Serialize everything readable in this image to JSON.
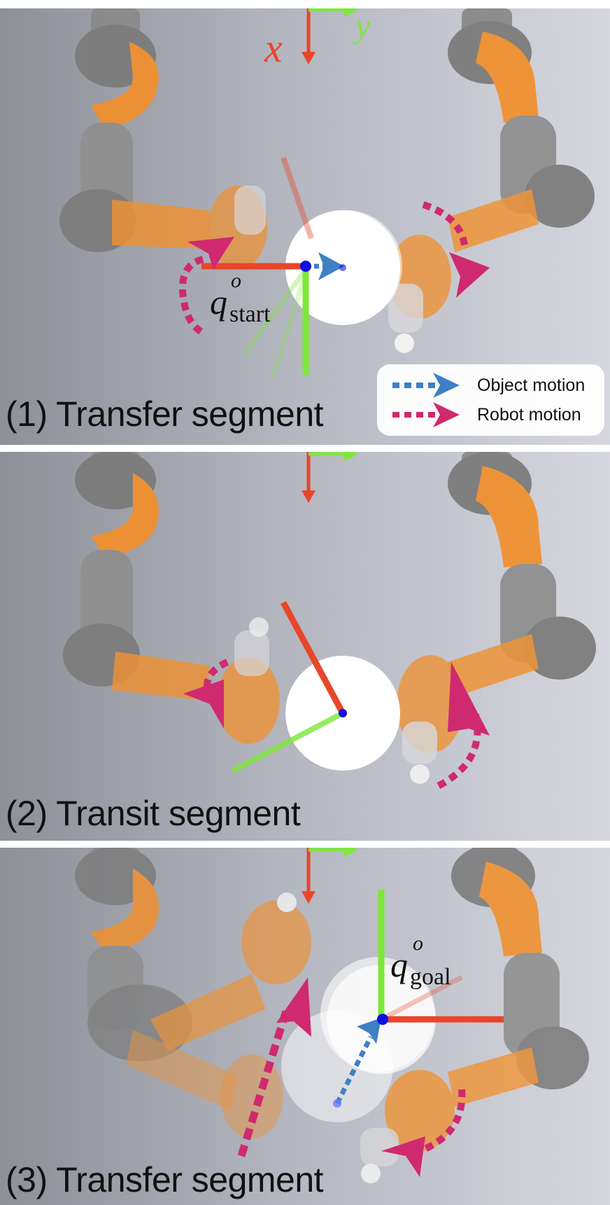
{
  "panels": [
    {
      "caption": "(1) Transfer segment"
    },
    {
      "caption": "(2) Transit segment"
    },
    {
      "caption": "(3) Transfer segment"
    }
  ],
  "frame_axes": {
    "x_label": "x",
    "y_label": "y"
  },
  "poses": {
    "start": {
      "symbol": "q",
      "superscript": "o",
      "subscript": "start"
    },
    "goal": {
      "symbol": "q",
      "superscript": "o",
      "subscript": "goal"
    }
  },
  "legend": {
    "object_motion": "Object motion",
    "robot_motion": "Robot motion"
  },
  "colors": {
    "x_axis": "#e8462a",
    "y_axis": "#7ee83a",
    "object_motion": "#3f7fc4",
    "robot_motion": "#cf2a6f",
    "robot_orange": "#f0902f",
    "robot_grey": "#8a8a8a"
  }
}
